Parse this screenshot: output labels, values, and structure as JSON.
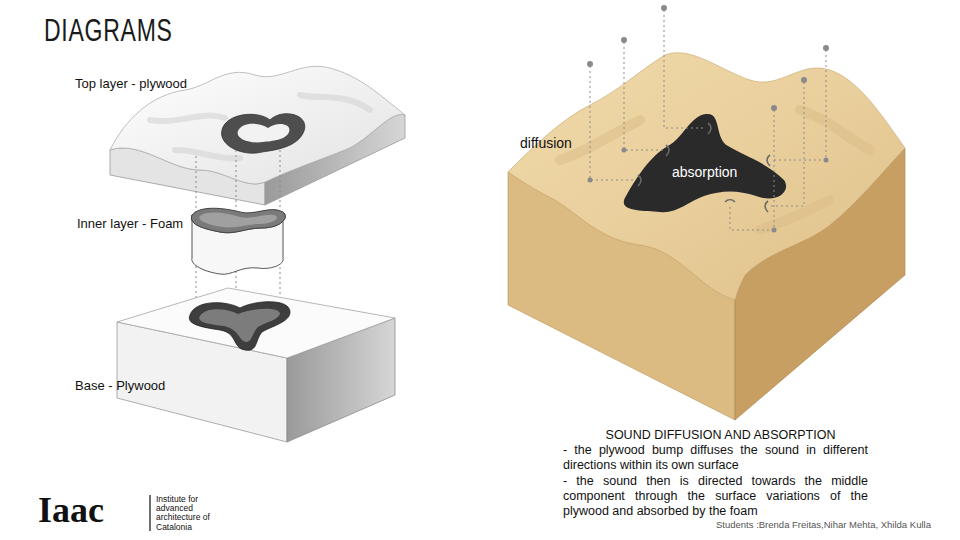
{
  "diagram": {
    "title": "DIAGRAMS",
    "labels": [
      "Top layer - plywood",
      "Inner layer - Foam",
      "Base - Plywood",
      "diffusion",
      "absorption",
      "SOUND DIFFUSION AND ABSORPTION",
      "- the plywood bump diffuses the sound in different directions within its own surface",
      "- the sound then is directed towards the middle component through the surface variations of the plywood and absorbed by the foam",
      "Iaac",
      "Institute for advanced architecture of Catalonia",
      "Students :Brenda Freitas,Nihar Mehta, Xhilda Kulla"
    ]
  }
}
